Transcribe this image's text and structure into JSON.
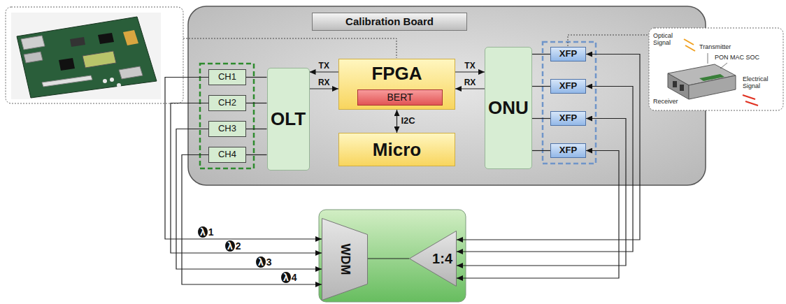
{
  "diagram": {
    "nodes": [
      {
        "text": [
          "Calibration Board"
        ]
      },
      {
        "text": [
          "CH1"
        ],
        "in": 0
      },
      {
        "text": [
          "CH2"
        ],
        "in": 0
      },
      {
        "text": [
          "CH3"
        ],
        "in": 0
      },
      {
        "text": [
          "CH4"
        ],
        "in": 0
      },
      {
        "text": [
          "OLT"
        ],
        "in": 0
      },
      {
        "text": [
          "FPGA"
        ],
        "in": 0
      },
      {
        "text": [
          "BERT"
        ],
        "in": 6
      },
      {
        "text": [
          "Micro"
        ],
        "in": 0
      },
      {
        "text": [
          "ONU"
        ],
        "in": 0
      },
      {
        "text": [
          "XFP"
        ],
        "in": 0
      },
      {
        "text": [
          "XFP"
        ],
        "in": 0
      },
      {
        "text": [
          "XFP"
        ],
        "in": 0
      },
      {
        "text": [
          "XFP"
        ],
        "in": 0
      },
      {
        "text": [
          "WDM"
        ]
      },
      {
        "text": [
          "1:4"
        ]
      }
    ],
    "edges": [
      {
        "from": 1,
        "to": 5,
        "arrow": "none"
      },
      {
        "from": 2,
        "to": 5,
        "arrow": "none"
      },
      {
        "from": 3,
        "to": 5,
        "arrow": "none"
      },
      {
        "from": 4,
        "to": 5,
        "arrow": "none"
      },
      {
        "from": 6,
        "to": 5,
        "label": "TX",
        "arrow": "to"
      },
      {
        "from": 5,
        "to": 6,
        "label": "RX",
        "arrow": "to"
      },
      {
        "from": 6,
        "to": 9,
        "label": "TX",
        "arrow": "to"
      },
      {
        "from": 9,
        "to": 6,
        "label": "RX",
        "arrow": "to"
      },
      {
        "from": 6,
        "to": 8,
        "label": "I2C",
        "arrow": "both"
      },
      {
        "from": 9,
        "to": 10,
        "arrow": "none"
      },
      {
        "from": 9,
        "to": 11,
        "arrow": "none"
      },
      {
        "from": 9,
        "to": 12,
        "arrow": "none"
      },
      {
        "from": 9,
        "to": 13,
        "arrow": "none"
      },
      {
        "from": 1,
        "to": 14,
        "label": "λ1",
        "arrow": "to"
      },
      {
        "from": 2,
        "to": 14,
        "label": "λ2",
        "arrow": "to"
      },
      {
        "from": 3,
        "to": 14,
        "label": "λ3",
        "arrow": "to"
      },
      {
        "from": 4,
        "to": 14,
        "label": "λ4",
        "arrow": "to"
      },
      {
        "from": 10,
        "to": 15,
        "arrow": "both"
      },
      {
        "from": 11,
        "to": 15,
        "arrow": "both"
      },
      {
        "from": 12,
        "to": 15,
        "arrow": "both"
      },
      {
        "from": 13,
        "to": 15,
        "arrow": "both"
      },
      {
        "from": 14,
        "to": 15,
        "arrow": "none"
      }
    ],
    "labels": [
      "Optical Signal",
      "Transmitter",
      "PON MAC SOC",
      "Receiver",
      "Electrical Signal"
    ]
  }
}
